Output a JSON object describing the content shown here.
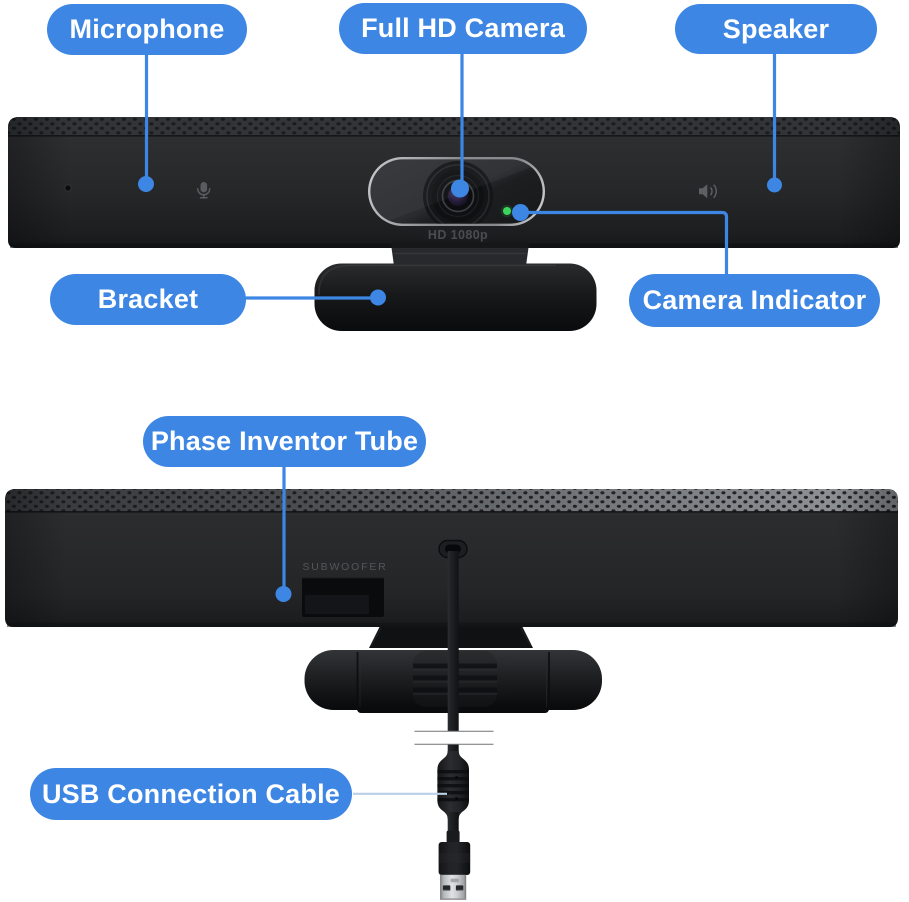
{
  "colors": {
    "accent_blue": "#3d86e4",
    "led_green": "#3bd45d",
    "label_text": "#ffffff",
    "background": "#ffffff",
    "device_black": "#232426",
    "usb_leader_line": "#b9cfe7"
  },
  "front_view": {
    "callouts": {
      "microphone": {
        "label": "Microphone"
      },
      "full_hd_camera": {
        "label": "Full HD Camera"
      },
      "speaker": {
        "label": "Speaker"
      },
      "bracket": {
        "label": "Bracket"
      },
      "camera_indicator": {
        "label": "Camera Indicator"
      }
    },
    "camera_badge": "HD 1080p"
  },
  "rear_view": {
    "callouts": {
      "phase_inventor_tube": {
        "label": "Phase Inventor Tube"
      },
      "usb_connection_cable": {
        "label": "USB Connection Cable"
      }
    },
    "port_label": "SUBWOOFER"
  }
}
